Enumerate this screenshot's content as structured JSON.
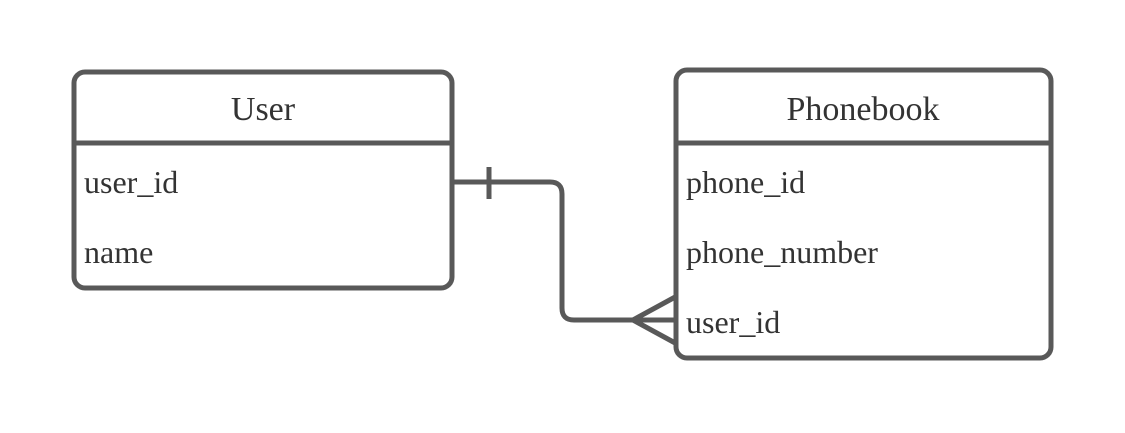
{
  "diagram": {
    "type": "entity-relationship-diagram",
    "notation": "crow's-foot",
    "background_color": "#ffffff",
    "stroke_color": "#595959",
    "text_color": "#333333",
    "entities": [
      {
        "id": "user",
        "name": "User",
        "attributes": [
          {
            "name": "user_id"
          },
          {
            "name": "name"
          }
        ]
      },
      {
        "id": "phonebook",
        "name": "Phonebook",
        "attributes": [
          {
            "name": "phone_id"
          },
          {
            "name": "phone_number"
          },
          {
            "name": "user_id"
          }
        ]
      }
    ],
    "relationships": [
      {
        "id": "user-to-phonebook",
        "from": "User",
        "to": "Phonebook",
        "from_cardinality": "one",
        "to_cardinality": "many",
        "from_marker": "one-tick",
        "to_marker": "crows-foot"
      }
    ]
  }
}
